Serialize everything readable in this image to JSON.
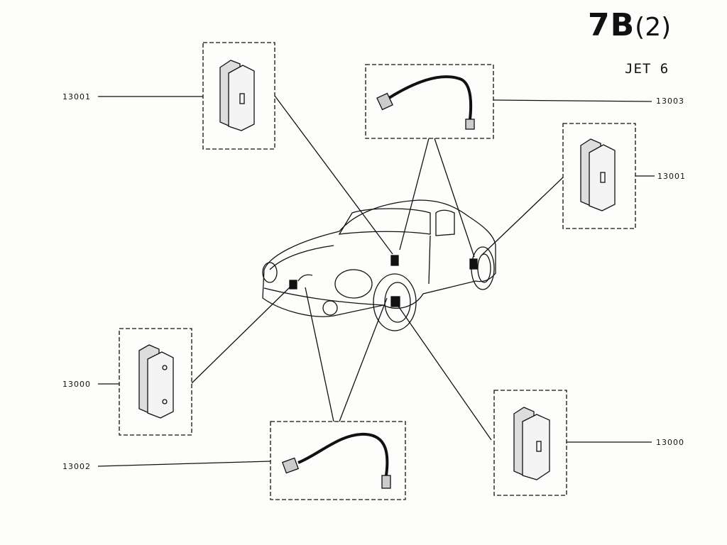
{
  "page": {
    "code": "7B",
    "code_suffix": "(2)",
    "model": "JET 6"
  },
  "parts": [
    {
      "id": "pads-front-left-top",
      "ref": "13001",
      "name": "brake-pads"
    },
    {
      "id": "hose-top",
      "ref": "13003",
      "name": "brake-hose"
    },
    {
      "id": "pads-right",
      "ref": "13001",
      "name": "brake-pads"
    },
    {
      "id": "pads-left-bottom",
      "ref": "13000",
      "name": "brake-pads"
    },
    {
      "id": "hose-bottom",
      "ref": "13002",
      "name": "brake-hose"
    },
    {
      "id": "pads-right-bottom",
      "ref": "13000",
      "name": "brake-pads"
    }
  ]
}
